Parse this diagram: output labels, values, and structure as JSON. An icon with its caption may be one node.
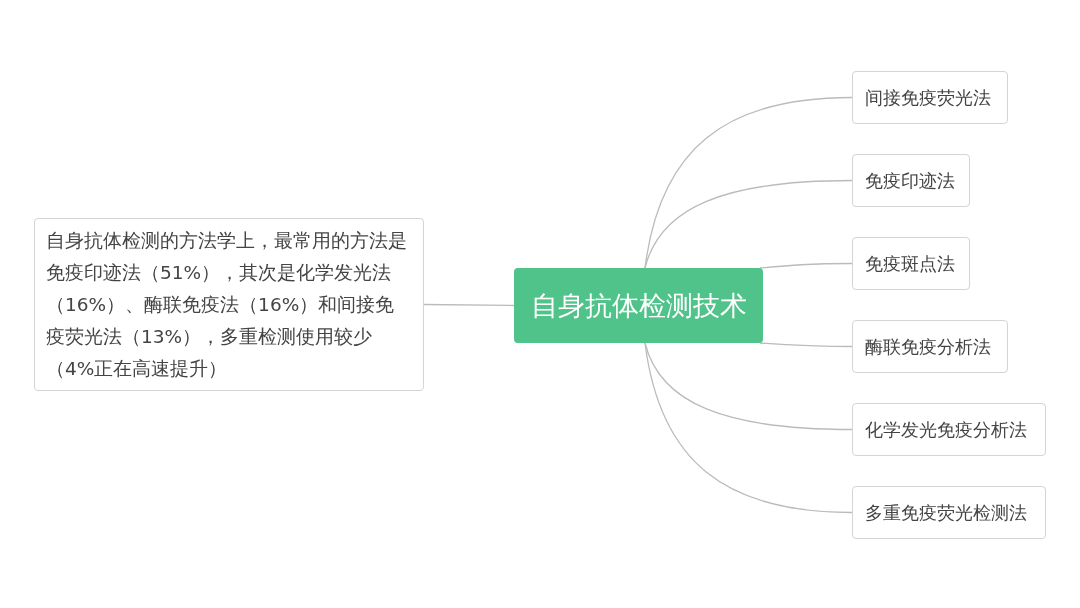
{
  "diagram": {
    "nodes": [
      {
        "text": [
          "自身抗体检测技术"
        ]
      },
      {
        "text": [
          "自身抗体检测的方法学上，最常用的方法是免疫印迹法（51%），其次是化学发光法（16%）、酶联免疫法（16%）和间接免疫荧光法（13%），多重检测使用较少（4%正在高速提升）"
        ]
      },
      {
        "text": [
          "间接免疫荧光法"
        ]
      },
      {
        "text": [
          "免疫印迹法"
        ]
      },
      {
        "text": [
          "免疫斑点法"
        ]
      },
      {
        "text": [
          "酶联免疫分析法"
        ]
      },
      {
        "text": [
          "化学发光免疫分析法"
        ]
      },
      {
        "text": [
          "多重免疫荧光检测法"
        ]
      }
    ],
    "edges": [
      {
        "from": 0,
        "to": 1,
        "arrow": "none"
      },
      {
        "from": 0,
        "to": 2,
        "arrow": "none"
      },
      {
        "from": 0,
        "to": 3,
        "arrow": "none"
      },
      {
        "from": 0,
        "to": 4,
        "arrow": "none"
      },
      {
        "from": 0,
        "to": 5,
        "arrow": "none"
      },
      {
        "from": 0,
        "to": 6,
        "arrow": "none"
      },
      {
        "from": 0,
        "to": 7,
        "arrow": "none"
      }
    ]
  }
}
